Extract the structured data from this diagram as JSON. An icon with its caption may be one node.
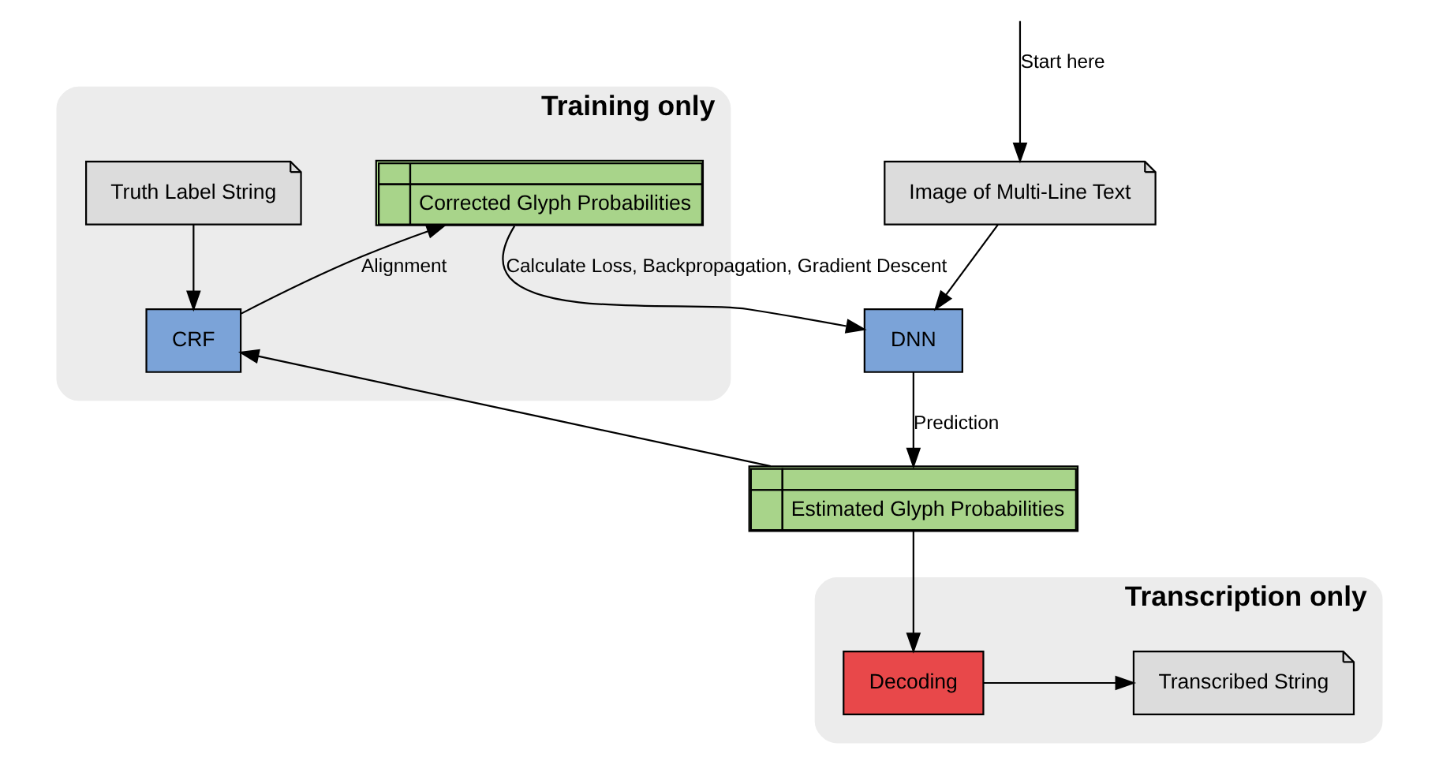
{
  "diagram": {
    "nodes": [
      {
        "text": [
          "Training only"
        ]
      },
      {
        "text": [
          "Corrected Glyph Probabilities"
        ],
        "in": 0
      },
      {
        "text": [
          "Truth Label String"
        ],
        "in": 0
      },
      {
        "text": [
          "CRF"
        ],
        "in": 0
      },
      {
        "text": [
          "Image of Multi-Line Text"
        ]
      },
      {
        "text": [
          "DNN"
        ]
      },
      {
        "text": [
          "Estimated Glyph Probabilities"
        ]
      },
      {
        "text": [
          "Transcription only"
        ]
      },
      {
        "text": [
          "Decoding"
        ],
        "in": 7
      },
      {
        "text": [
          "Transcribed String"
        ],
        "in": 7
      }
    ],
    "edges": [
      {
        "from": null,
        "to": 4,
        "arrow": "to",
        "label": "Start here"
      },
      {
        "from": 4,
        "to": 5,
        "arrow": "to"
      },
      {
        "from": 1,
        "to": 5,
        "arrow": "to",
        "label": "Calculate Loss, Backpropagation, Gradient Descent"
      },
      {
        "from": 5,
        "to": 6,
        "arrow": "to",
        "label": "Prediction"
      },
      {
        "from": 6,
        "to": 3,
        "arrow": "to"
      },
      {
        "from": 3,
        "to": 1,
        "arrow": "to",
        "label": "Alignment"
      },
      {
        "from": 2,
        "to": 3,
        "arrow": "to"
      },
      {
        "from": 6,
        "to": 8,
        "arrow": "to"
      },
      {
        "from": 8,
        "to": 9,
        "arrow": "to"
      }
    ]
  }
}
